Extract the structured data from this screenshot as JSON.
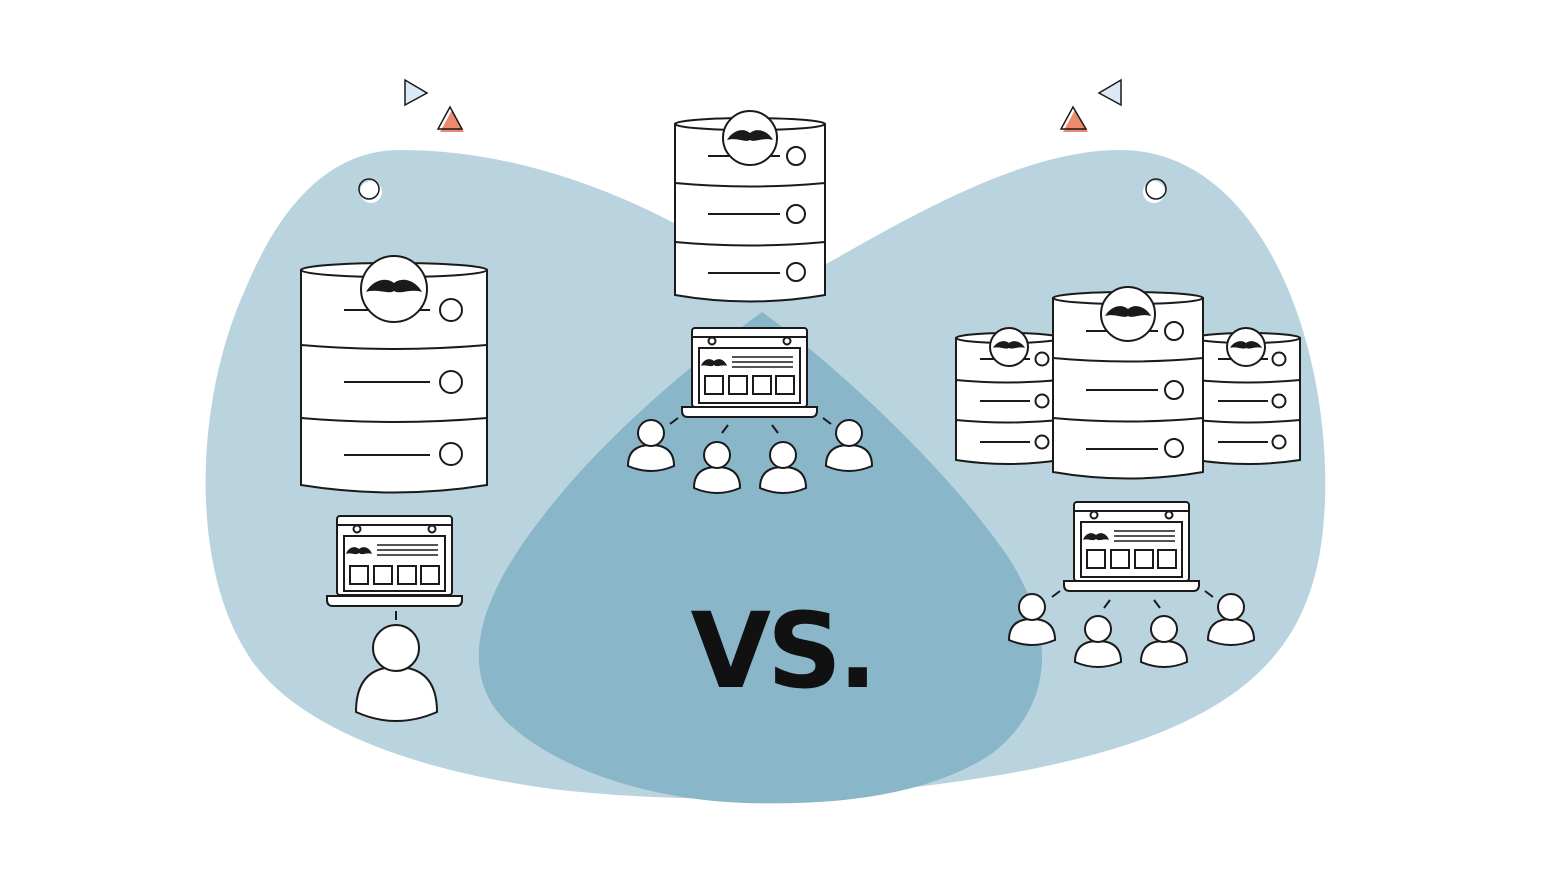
{
  "comparison_label": "VS.",
  "colors": {
    "blob_light": "#bad4df",
    "blob_overlap": "#8ab6ca",
    "stroke": "#1a1a1a",
    "fill": "#ffffff",
    "accent_orange": "#ec8a6e",
    "accent_blue": "#c8dbee"
  },
  "scenes": [
    {
      "name": "single-server-single-user",
      "servers": 1,
      "users": 1
    },
    {
      "name": "single-server-many-users",
      "servers": 1,
      "users": 4
    },
    {
      "name": "multiple-servers-many-users",
      "servers": 3,
      "users": 4
    }
  ],
  "icons": [
    "database-server-icon",
    "mustache-logo-icon",
    "laptop-icon",
    "user-icon",
    "triangle-icon",
    "circle-icon"
  ]
}
